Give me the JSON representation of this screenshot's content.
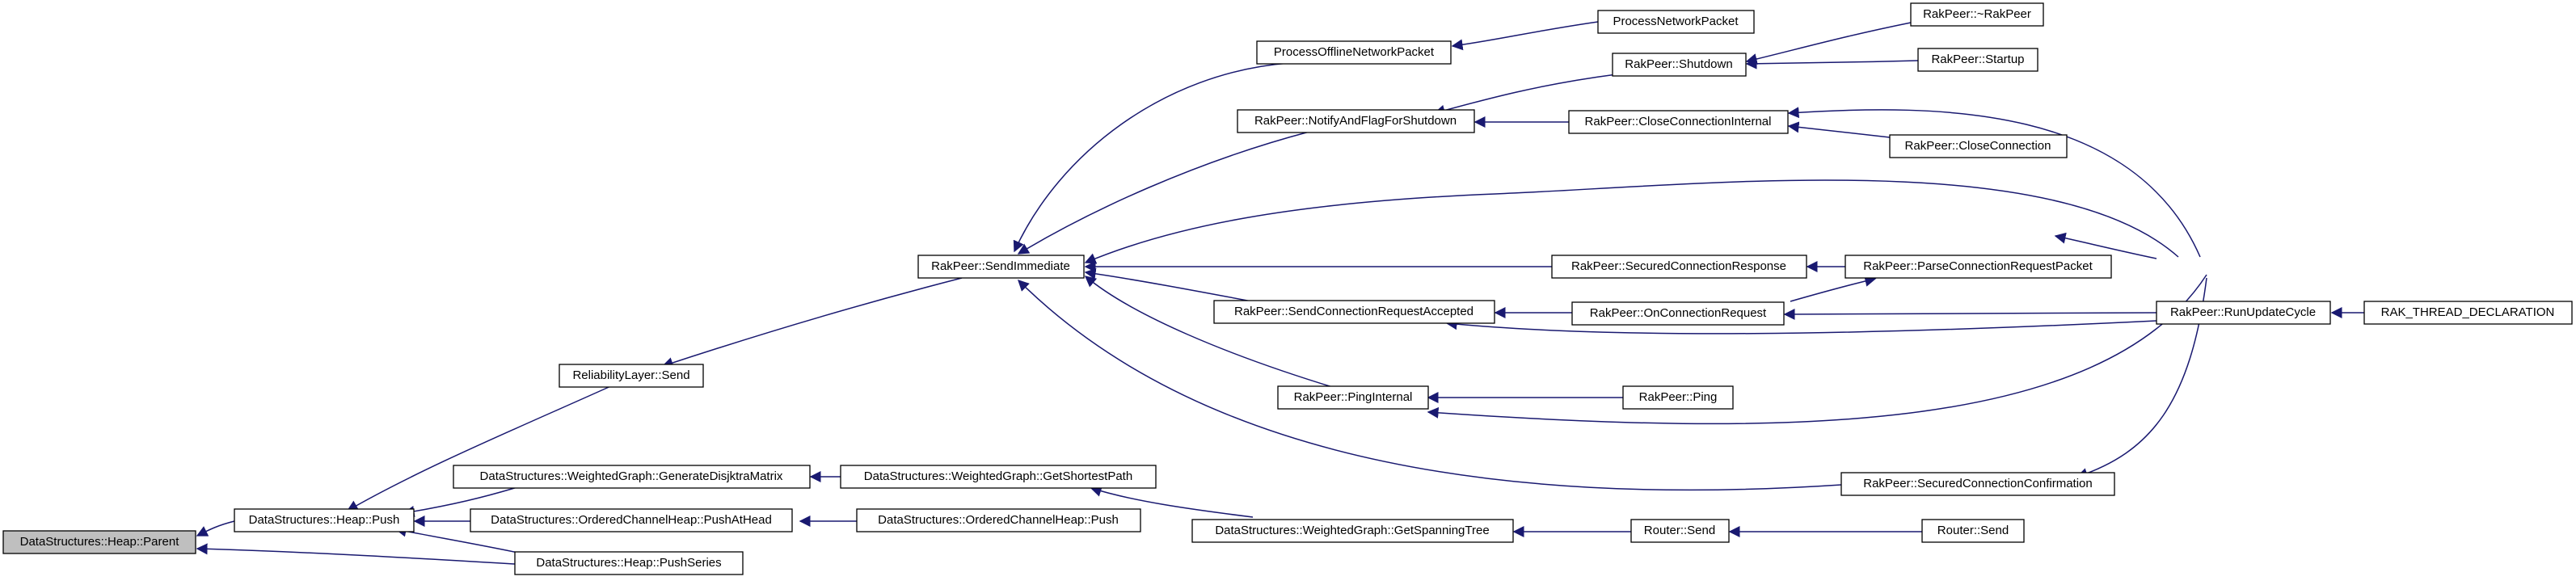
{
  "graph": {
    "colors": {
      "edge": "#191970",
      "node_border": "#000000",
      "root_fill": "#bfbfbf",
      "node_fill": "#ffffff"
    },
    "nodes": {
      "n_parent": "DataStructures::Heap::Parent",
      "n_heappush": "DataStructures::Heap::Push",
      "n_relsend": "ReliabilityLayer::Send",
      "n_sendimm": "RakPeer::SendImmediate",
      "n_procoff": "ProcessOfflineNetworkPacket",
      "n_procnet": "ProcessNetworkPacket",
      "n_notify": "RakPeer::NotifyAndFlagForShutdown",
      "n_shutdown": "RakPeer::Shutdown",
      "n_dtor": "RakPeer::~RakPeer",
      "n_startup": "RakPeer::Startup",
      "n_closeint": "RakPeer::CloseConnectionInternal",
      "n_close": "RakPeer::CloseConnection",
      "n_secresp": "RakPeer::SecuredConnectionResponse",
      "n_parsereq": "RakPeer::ParseConnectionRequestPacket",
      "n_sendacc": "RakPeer::SendConnectionRequestAccepted",
      "n_onreq": "RakPeer::OnConnectionRequest",
      "n_runupd": "RakPeer::RunUpdateCycle",
      "n_thread": "RAK_THREAD_DECLARATION",
      "n_pingint": "RakPeer::PingInternal",
      "n_ping": "RakPeer::Ping",
      "n_secconf": "RakPeer::SecuredConnectionConfirmation",
      "n_dijk": "DataStructures::WeightedGraph::GenerateDisjktraMatrix",
      "n_shortest": "DataStructures::WeightedGraph::GetShortestPath",
      "n_pushhead": "DataStructures::OrderedChannelHeap::PushAtHead",
      "n_ochpush": "DataStructures::OrderedChannelHeap::Push",
      "n_spanning": "DataStructures::WeightedGraph::GetSpanningTree",
      "n_routersend1": "Router::Send",
      "n_routersend2": "Router::Send",
      "n_pushseries": "DataStructures::Heap::PushSeries"
    }
  }
}
